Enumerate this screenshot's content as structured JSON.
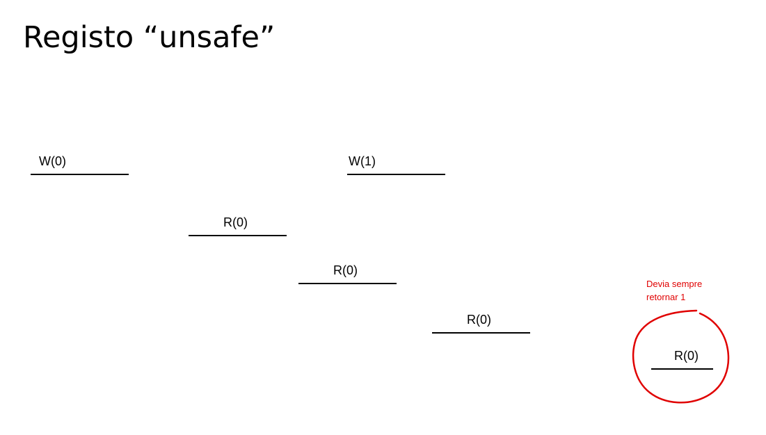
{
  "slide": {
    "title": "Registo “unsafe”"
  },
  "operations": {
    "w0": "W(0)",
    "w1": "W(1)",
    "r0_a": "R(0)",
    "r0_b": "R(0)",
    "r0_c": "R(0)",
    "r0_d": "R(0)"
  },
  "annotation": {
    "line1": "Devia sempre",
    "line2": "retornar 1",
    "color": "#e00000"
  },
  "colors": {
    "text": "#000000",
    "background": "#ffffff"
  }
}
